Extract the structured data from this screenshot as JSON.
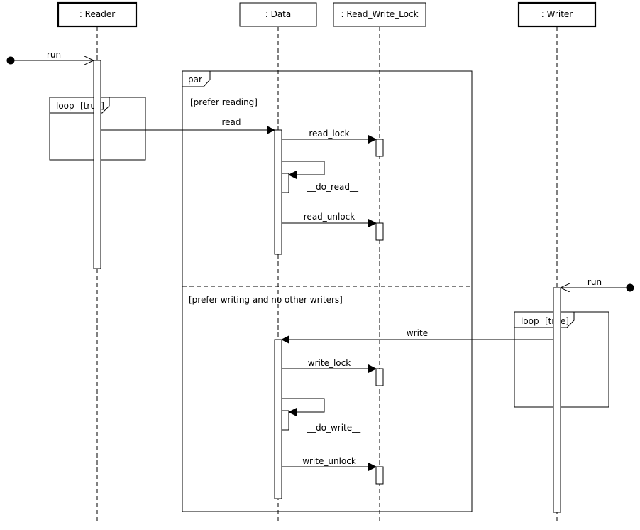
{
  "lifelines": {
    "reader": ": Reader",
    "data": ": Data",
    "lock": ": Read_Write_Lock",
    "writer": ": Writer"
  },
  "fragments": {
    "par_label": "par",
    "par_guard_1": "[prefer reading]",
    "par_guard_2": "[prefer writing and no other writers]",
    "reader_loop_label": "loop",
    "reader_loop_guard": "[true]",
    "writer_loop_label": "loop",
    "writer_loop_guard": "[true]"
  },
  "messages": {
    "reader_run": "run",
    "read": "read",
    "read_lock": "read_lock",
    "do_read": "__do_read__",
    "read_unlock": "read_unlock",
    "writer_run": "run",
    "write": "write",
    "write_lock": "write_lock",
    "do_write": "__do_write__",
    "write_unlock": "write_unlock"
  }
}
